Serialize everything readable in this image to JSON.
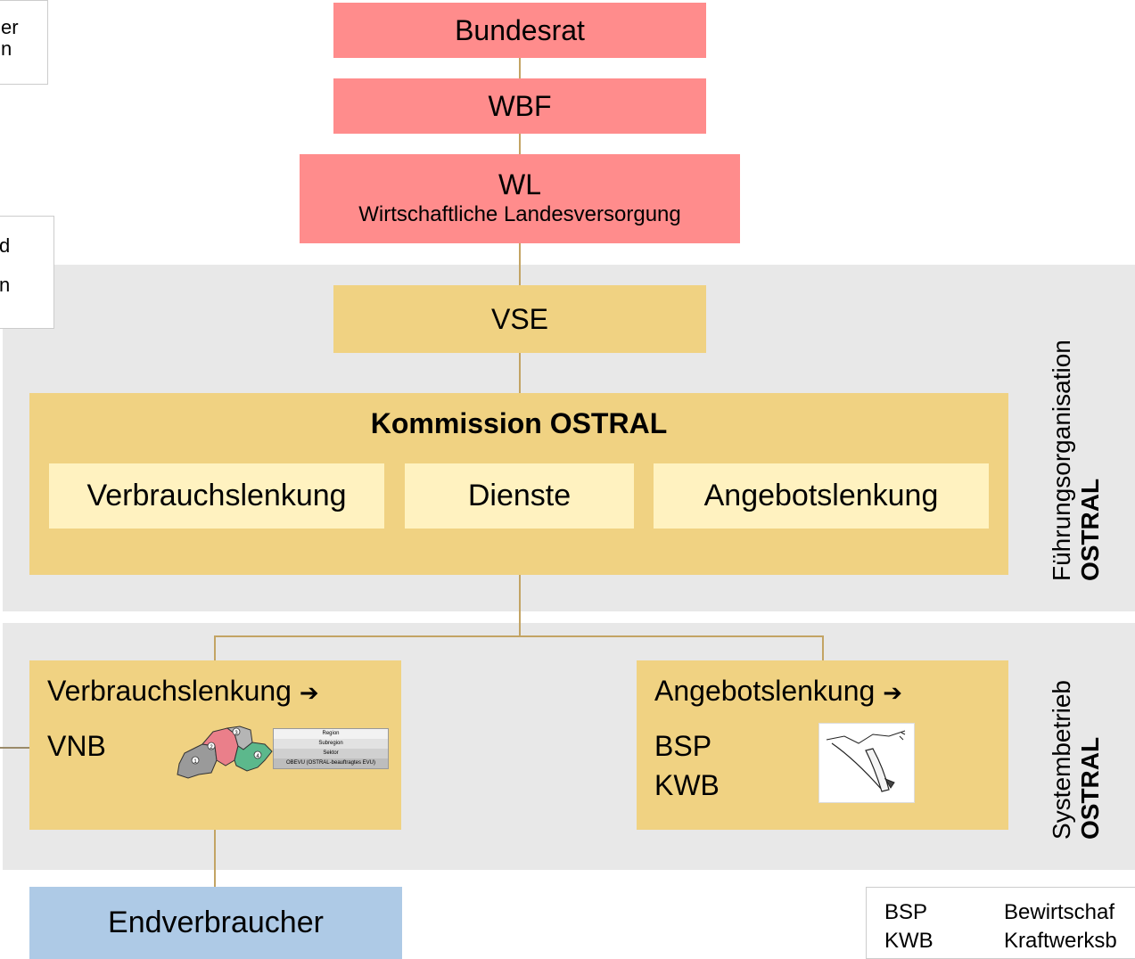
{
  "notes": {
    "top_left": [
      "er",
      "n"
    ],
    "mid_left": [
      "d",
      "n"
    ]
  },
  "top": {
    "bundesrat": "Bundesrat",
    "wbf": "WBF",
    "wl_title": "WL",
    "wl_subtitle": "Wirtschaftliche Landesversorgung"
  },
  "fuehrung": {
    "vse": "VSE",
    "kommission_title": "Kommission OSTRAL",
    "units": [
      "Verbrauchslenkung",
      "Dienste",
      "Angebotslenkung"
    ],
    "side_label": "Führungsorganisation",
    "side_label_bold": "OSTRAL"
  },
  "systembetrieb": {
    "left_title": "Verbrauchslenkung",
    "left_sub": "VNB",
    "right_title": "Angebotslenkung",
    "right_sub": [
      "BSP",
      "KWB"
    ],
    "arrow": "➔",
    "side_label": "Systembetrieb",
    "side_label_bold": "OSTRAL",
    "map_labels": [
      "1",
      "2",
      "3",
      "4"
    ],
    "map_table": [
      "Region",
      "Subregion",
      "Sektor",
      "OBEVU (OSTRAL-beauftragtes EVU)"
    ]
  },
  "endverbraucher": "Endverbraucher",
  "legend": [
    {
      "abbr": "BSP",
      "text": "Bewirtschaf"
    },
    {
      "abbr": "KWB",
      "text": "Kraftwerksb"
    }
  ],
  "colors": {
    "red": "#ff8c8c",
    "gold": "#f0d282",
    "light_gold": "#fff2c0",
    "blue": "#aecae6",
    "band": "#e8e8e8"
  }
}
